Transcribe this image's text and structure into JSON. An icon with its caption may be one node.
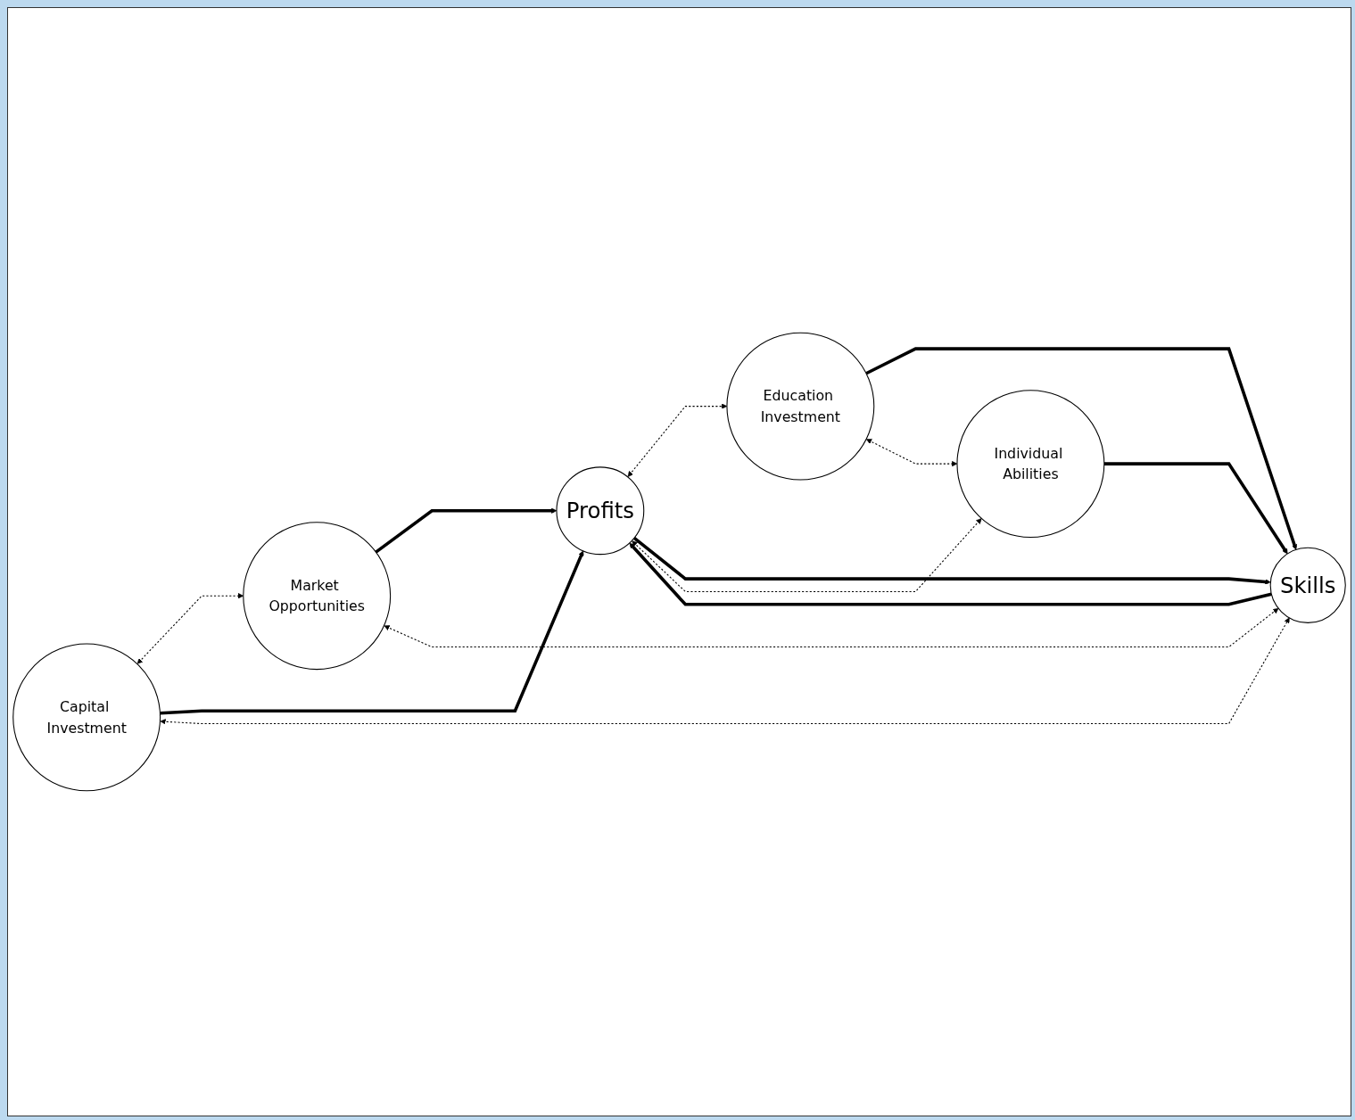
{
  "diagram": {
    "nodes": [
      {
        "text": [
          "Market Opportunities"
        ]
      },
      {
        "text": [
          "Profits"
        ]
      },
      {
        "text": [
          "Education Investment"
        ]
      },
      {
        "text": [
          "Capital Investment"
        ]
      },
      {
        "text": [
          "Skills"
        ]
      },
      {
        "text": [
          "Individual Abilities"
        ]
      }
    ],
    "edges": [
      {
        "from": 0,
        "to": 1,
        "arrow": "to",
        "style": "thick"
      },
      {
        "from": 3,
        "to": 0,
        "arrow": "both",
        "style": "dashed"
      },
      {
        "from": 0,
        "to": 4,
        "arrow": "both",
        "style": "dashed"
      },
      {
        "from": 1,
        "to": 2,
        "arrow": "both",
        "style": "dashed"
      },
      {
        "from": 3,
        "to": 1,
        "arrow": "to",
        "style": "thick"
      },
      {
        "from": 1,
        "to": 4,
        "arrow": "to",
        "style": "thick"
      },
      {
        "from": 4,
        "to": 1,
        "arrow": "to",
        "style": "thick"
      },
      {
        "from": 2,
        "to": 4,
        "arrow": "to",
        "style": "thick"
      },
      {
        "from": 3,
        "to": 4,
        "arrow": "both",
        "style": "dashed"
      },
      {
        "from": 1,
        "to": 5,
        "arrow": "both",
        "style": "dashed"
      },
      {
        "from": 2,
        "to": 5,
        "arrow": "both",
        "style": "dashed"
      },
      {
        "from": 5,
        "to": 4,
        "arrow": "to",
        "style": "thick"
      }
    ]
  }
}
